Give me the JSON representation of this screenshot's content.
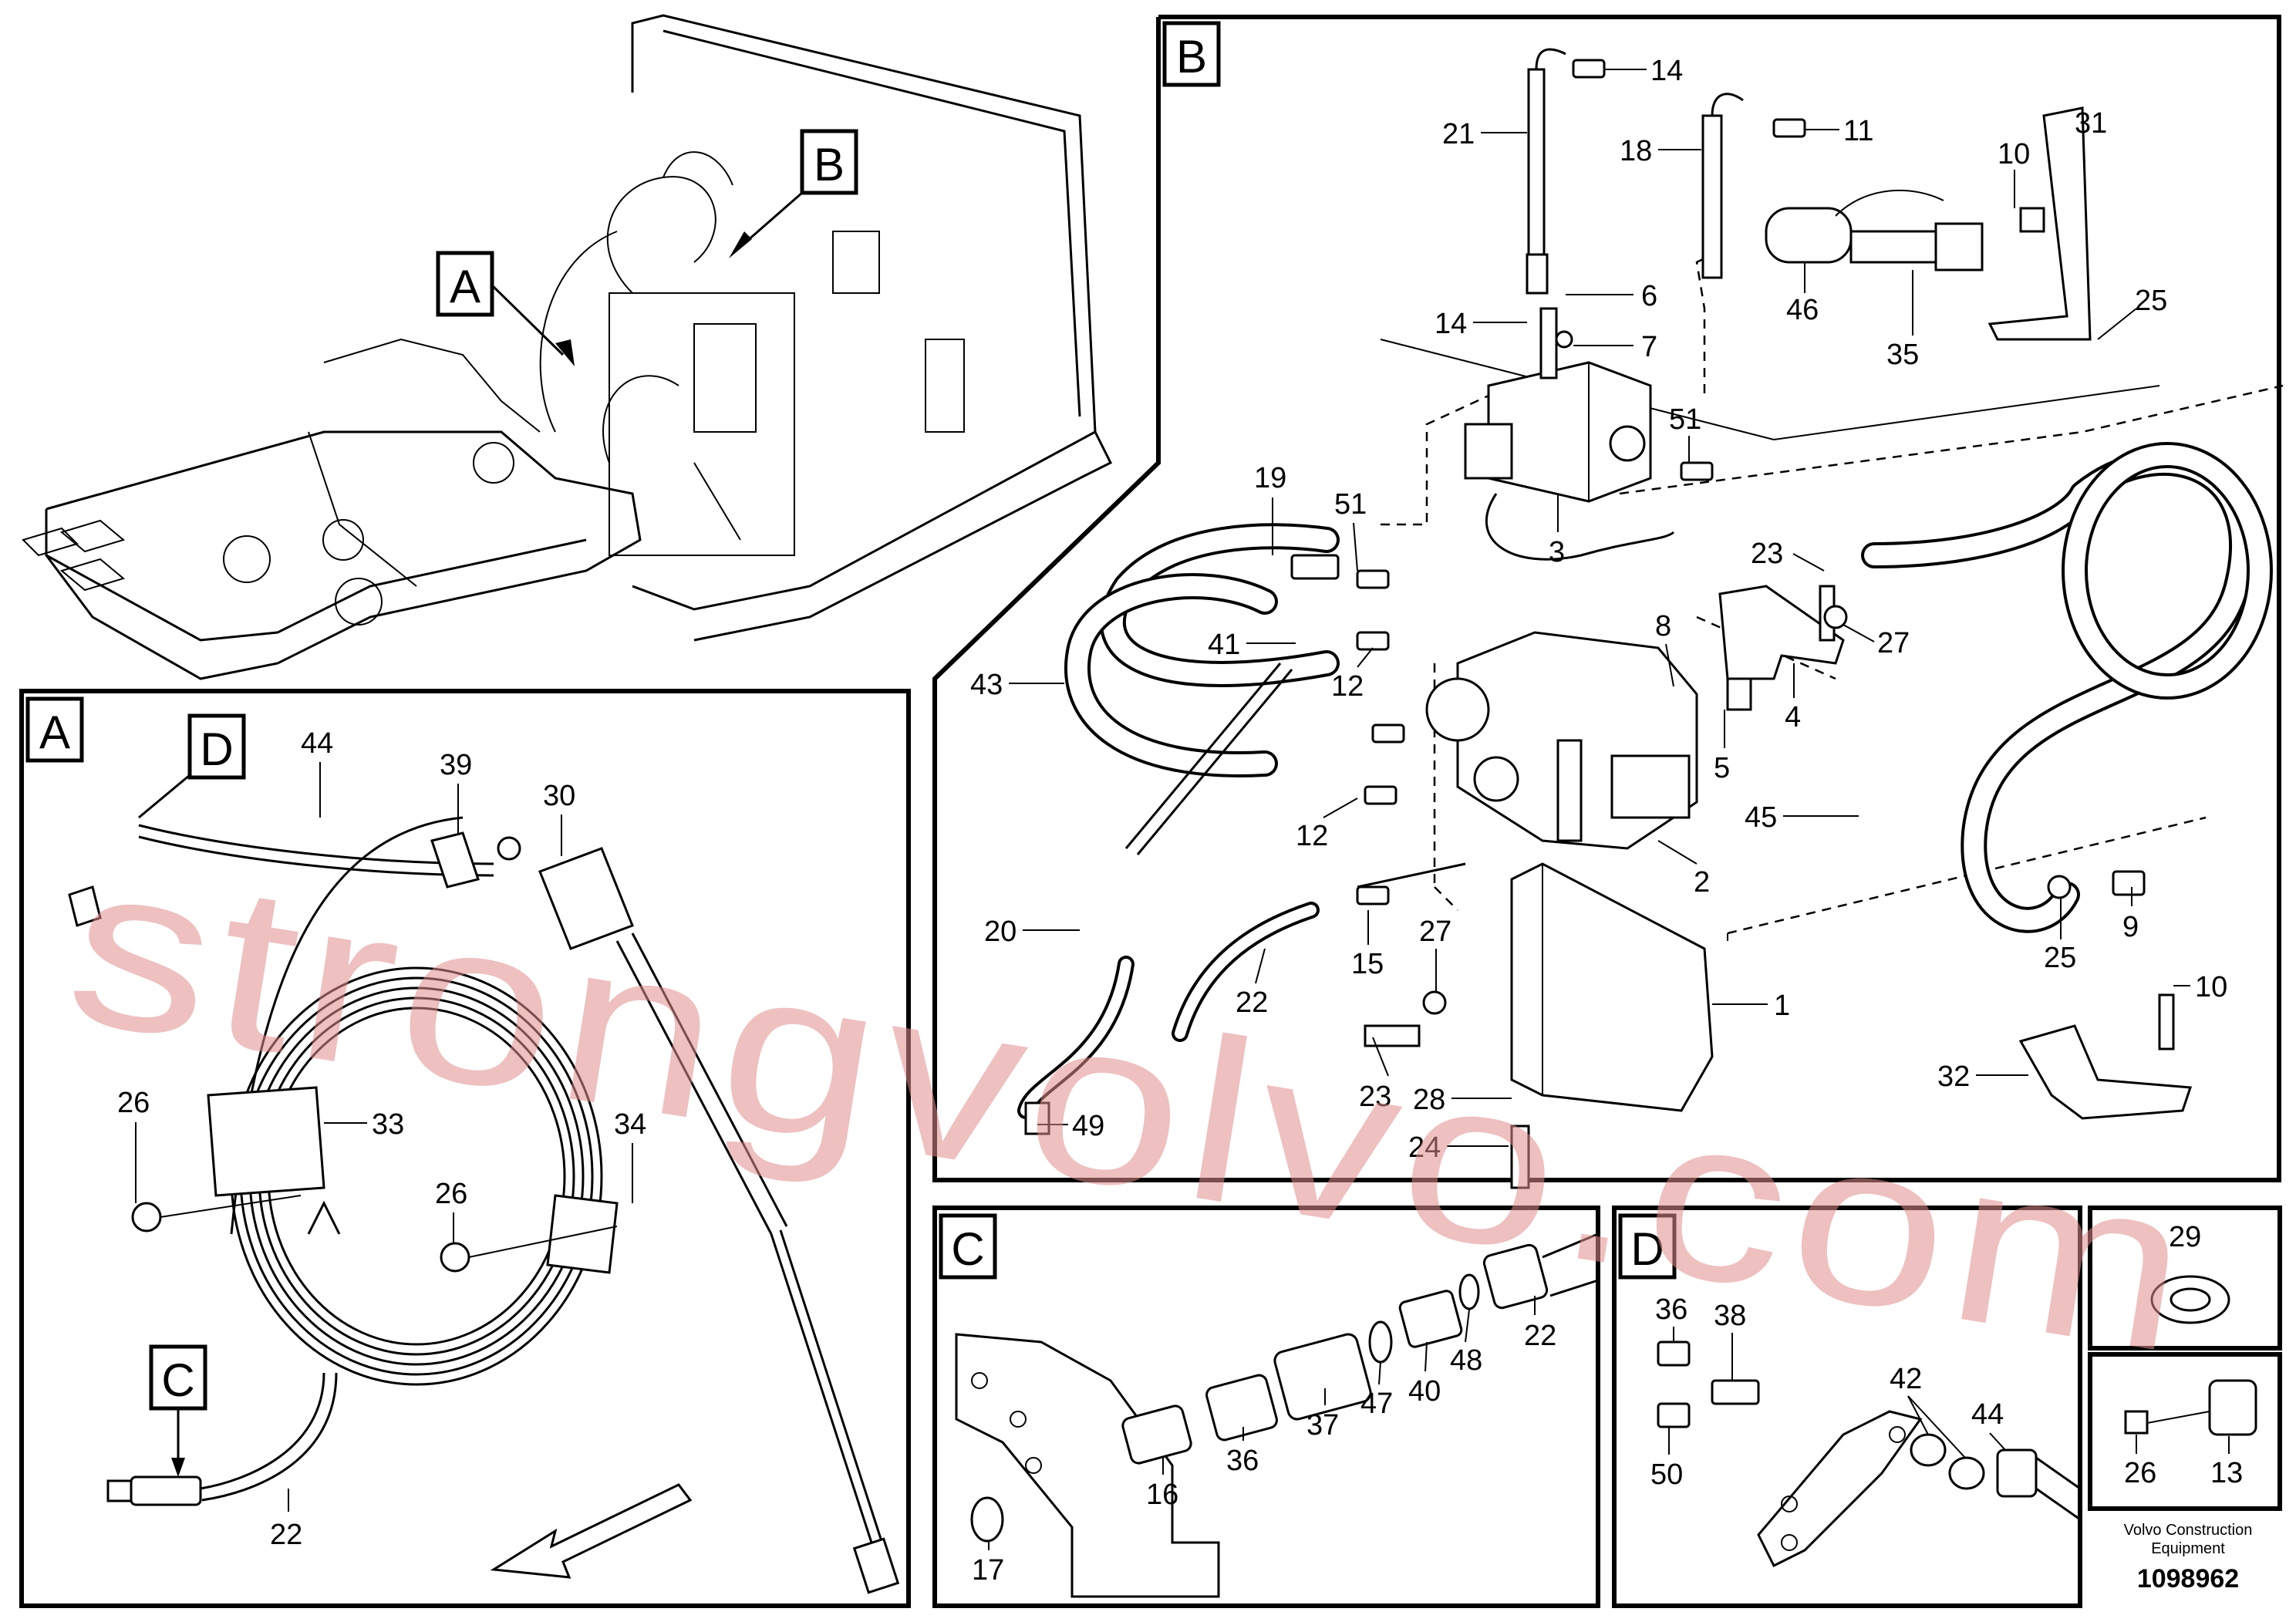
{
  "views": {
    "A": "A",
    "B": "B",
    "C": "C",
    "D": "D"
  },
  "callouts": {
    "b": [
      "14",
      "21",
      "18",
      "11",
      "10",
      "31",
      "6",
      "7",
      "14",
      "46",
      "25",
      "35",
      "51",
      "19",
      "51",
      "3",
      "23",
      "41",
      "12",
      "8",
      "27",
      "43",
      "4",
      "5",
      "12",
      "45",
      "2",
      "20",
      "15",
      "27",
      "9",
      "25",
      "22",
      "1",
      "10",
      "23",
      "28",
      "32",
      "49",
      "24"
    ],
    "a": [
      "D",
      "44",
      "39",
      "30",
      "26",
      "33",
      "34",
      "26",
      "C",
      "22"
    ],
    "c": [
      "22",
      "48",
      "40",
      "47",
      "37",
      "36",
      "16",
      "17"
    ],
    "d": [
      "36",
      "38",
      "42",
      "44",
      "50"
    ],
    "e": [
      "29",
      "26",
      "13"
    ]
  },
  "footer": {
    "brand": "Volvo Construction",
    "brand2": "Equipment",
    "id": "1098962"
  },
  "watermark": "strongvolvo.com"
}
